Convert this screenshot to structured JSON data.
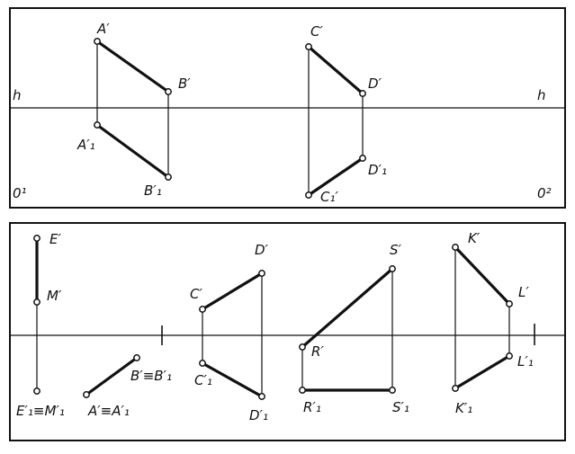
{
  "panel_top": {
    "axis_label_left": "h",
    "axis_label_right": "h",
    "corner_label_left": "0¹",
    "corner_label_right": "0²",
    "points": {
      "A_prime": "A′",
      "B_prime": "B′",
      "A1_prime": "A′₁",
      "B1_prime": "B′₁",
      "C_prime": "C′",
      "D_prime": "D′",
      "C1_prime": "C₁′",
      "D1_prime": "D′₁"
    }
  },
  "panel_bottom": {
    "points": {
      "E_prime": "E′",
      "M_prime": "M′",
      "E1_eq_M1": "E′₁≡M′₁",
      "A_eq_A1": "A′≡A′₁",
      "B_eq_B1": "B′≡B′₁",
      "C_prime": "C′",
      "D_prime": "D′",
      "C1_prime": "C′₁",
      "D1_prime": "D′₁",
      "R_prime": "R′",
      "R1_prime": "R′₁",
      "S_prime": "S′",
      "S1_prime": "S′₁",
      "K_prime": "K′",
      "L_prime": "L′",
      "L1_prime": "L′₁",
      "K1_prime": "K′₁"
    }
  }
}
